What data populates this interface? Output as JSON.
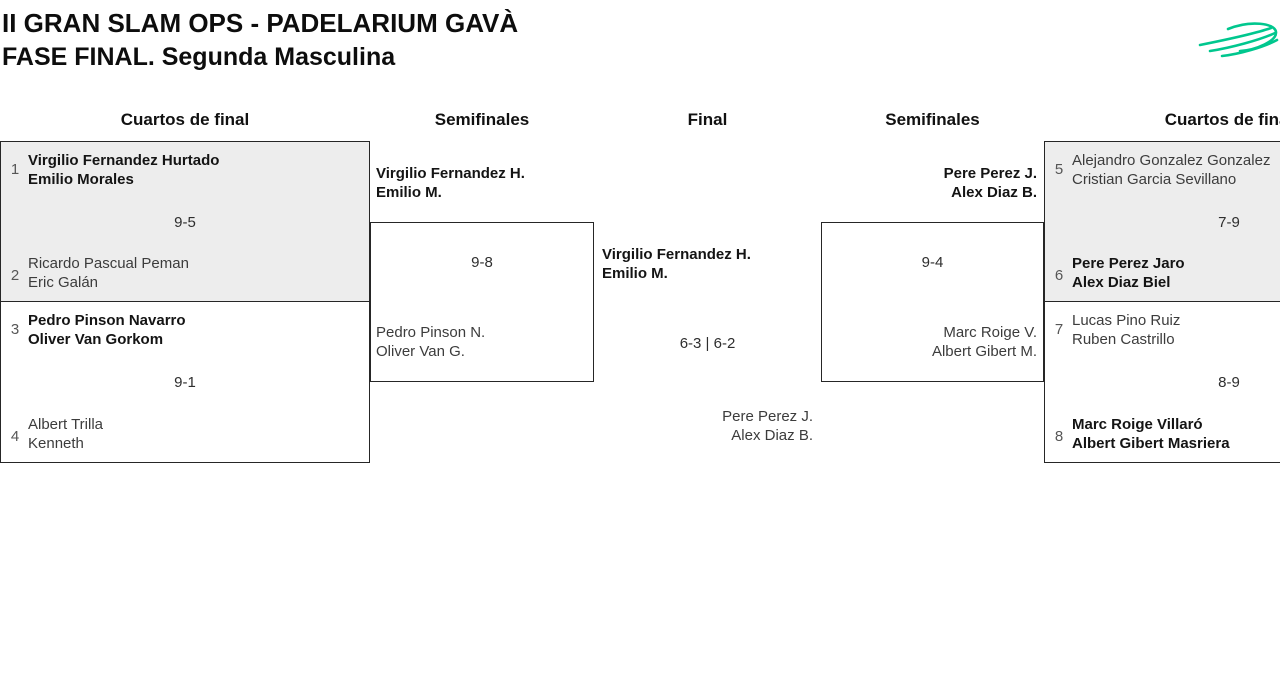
{
  "header": {
    "title": "II GRAN SLAM OPS - PADELARIUM GAVÀ",
    "subtitle": "FASE FINAL. Segunda Masculina"
  },
  "round_headers": {
    "qf_left": "Cuartos de final",
    "sf_left": "Semifinales",
    "final": "Final",
    "sf_right": "Semifinales",
    "qf_right": "Cuartos de final"
  },
  "quarterfinals_left": [
    {
      "seed_top": "1",
      "team_top": [
        "Virgilio Fernandez Hurtado",
        "Emilio Morales"
      ],
      "score": "9-5",
      "seed_bottom": "2",
      "team_bottom": [
        "Ricardo Pascual Peman",
        "Eric Galán"
      ]
    },
    {
      "seed_top": "3",
      "team_top": [
        "Pedro Pinson Navarro",
        "Oliver Van Gorkom"
      ],
      "score": "9-1",
      "seed_bottom": "4",
      "team_bottom": [
        "Albert Trilla",
        "Kenneth"
      ]
    }
  ],
  "semifinal_left": {
    "team_top": [
      "Virgilio Fernandez H.",
      "Emilio M."
    ],
    "score": "9-8",
    "team_bottom": [
      "Pedro Pinson N.",
      "Oliver Van G."
    ]
  },
  "final": {
    "team_top": [
      "Virgilio Fernandez H.",
      "Emilio M."
    ],
    "score": "6-3 | 6-2",
    "team_bottom": [
      "Pere Perez J.",
      "Alex Diaz B."
    ]
  },
  "semifinal_right": {
    "team_top": [
      "Pere Perez J.",
      "Alex Diaz B."
    ],
    "score": "9-4",
    "team_bottom": [
      "Marc Roige V.",
      "Albert Gibert M."
    ]
  },
  "quarterfinals_right": [
    {
      "seed_top": "5",
      "team_top": [
        "Alejandro Gonzalez Gonzalez",
        "Cristian Garcia Sevillano"
      ],
      "score": "7-9",
      "seed_bottom": "6",
      "team_bottom": [
        "Pere Perez Jaro",
        "Alex Diaz Biel"
      ]
    },
    {
      "seed_top": "7",
      "team_top": [
        "Lucas Pino Ruiz",
        "Ruben Castrillo"
      ],
      "score": "8-9",
      "seed_bottom": "8",
      "team_bottom": [
        "Marc Roige Villaró",
        "Albert Gibert Masriera"
      ]
    }
  ],
  "logo_color": "#00c78e"
}
